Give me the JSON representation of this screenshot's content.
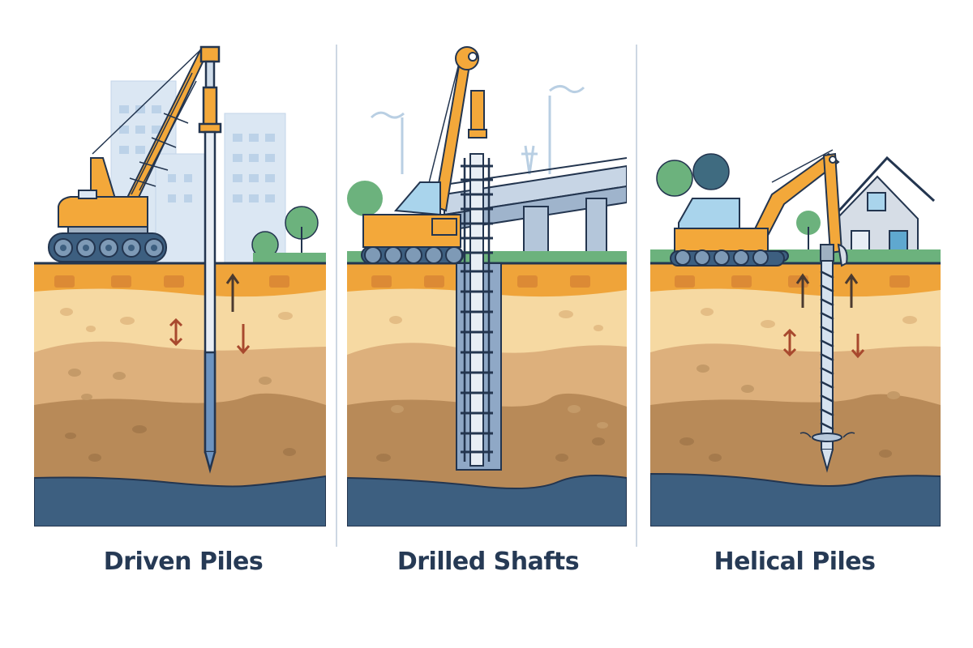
{
  "panels": [
    {
      "id": "driven",
      "title": "Driven Piles",
      "equipment": "crawler-crane-pile-driver",
      "background": "city-buildings",
      "pile_type": "steel-pointed-pile"
    },
    {
      "id": "drilled",
      "title": "Drilled Shafts",
      "equipment": "drilling-rig",
      "background": "highway-bridge",
      "pile_type": "rebar-cage-shaft"
    },
    {
      "id": "helical",
      "title": "Helical Piles",
      "equipment": "excavator-torque-head",
      "background": "house",
      "pile_type": "helical-screw-pile"
    }
  ],
  "soil_layers": [
    {
      "name": "topsoil",
      "color": "#efa43a"
    },
    {
      "name": "light-sand",
      "color": "#f6d9a2"
    },
    {
      "name": "medium-sand",
      "color": "#ddb07c"
    },
    {
      "name": "clay",
      "color": "#b88a58"
    },
    {
      "name": "bedrock",
      "color": "#3d5f80"
    }
  ],
  "colors": {
    "machine_yellow": "#f3a83a",
    "outline": "#23354f",
    "steel": "#9fb8d3",
    "tree_green": "#6cb27d",
    "arrow_red": "#a8492e",
    "caption": "#263a55",
    "divider": "#cdd7e3"
  }
}
